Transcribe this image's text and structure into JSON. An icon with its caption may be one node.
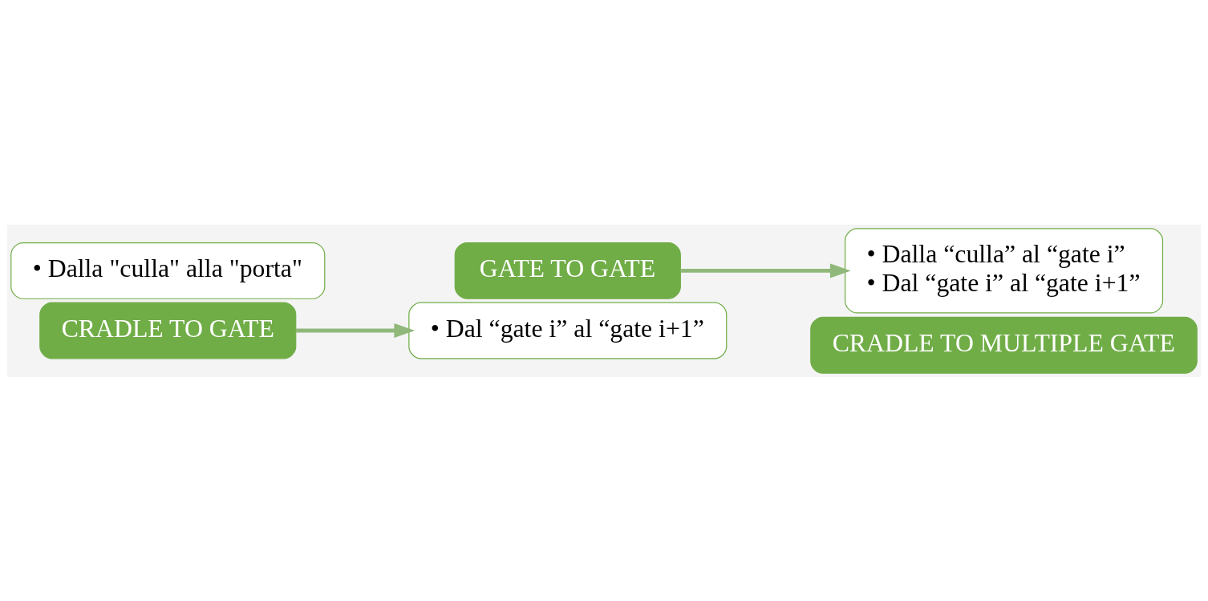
{
  "diagram": {
    "nodes": [
      {
        "text": [
          "• Dalla \"culla\" alla \"porta\""
        ]
      },
      {
        "text": [
          "CRADLE TO GATE"
        ]
      },
      {
        "text": [
          "• Dal “gate i” al “gate i+1”"
        ]
      },
      {
        "text": [
          "GATE TO GATE"
        ]
      },
      {
        "text": [
          "• Dalla “culla” al “gate i”",
          "• Dal “gate i” al “gate i+1”"
        ]
      },
      {
        "text": [
          "CRADLE TO MULTIPLE GATE"
        ]
      }
    ],
    "edges": [
      {
        "from": 1,
        "to": 2,
        "arrow": "to"
      },
      {
        "from": 3,
        "to": 4,
        "arrow": "to"
      }
    ]
  }
}
